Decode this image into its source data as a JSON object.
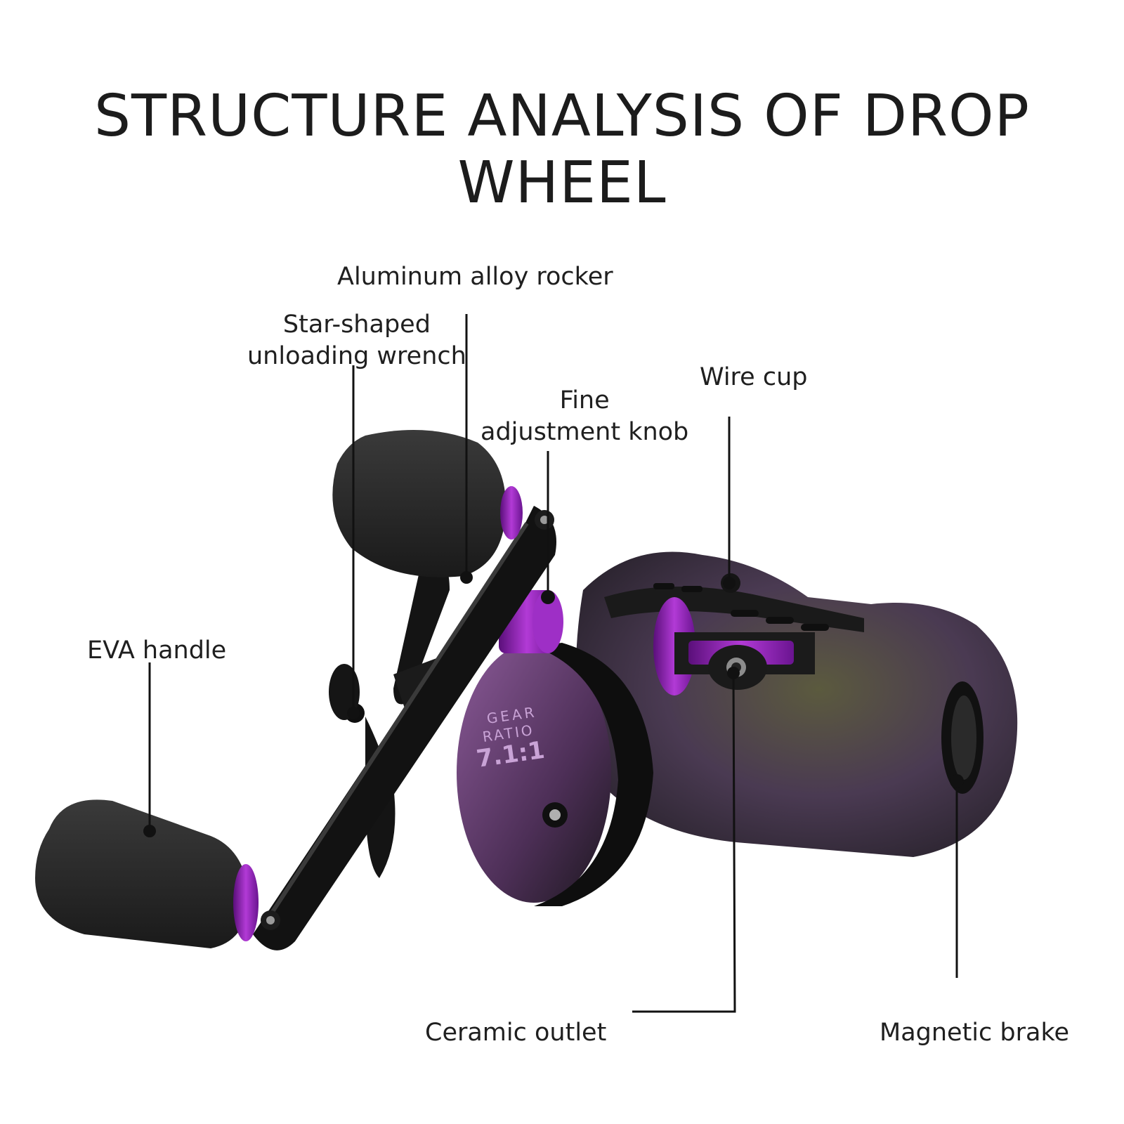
{
  "title": "STRUCTURE ANALYSIS OF DROP WHEEL",
  "labels": {
    "rocker": "Aluminum alloy rocker",
    "star_line1": "Star-shaped",
    "star_line2": "unloading wrench",
    "fine_line1": "Fine",
    "fine_line2": "adjustment knob",
    "wire_cup": "Wire cup",
    "eva_handle": "EVA handle",
    "ceramic_outlet": "Ceramic outlet",
    "magnetic_brake": "Magnetic brake"
  },
  "reel_markings": {
    "gear_line1": "GEAR",
    "gear_line2": "RATIO",
    "gear_value": "7.1:1"
  },
  "colors": {
    "accent": "#8a1fb0",
    "body": "#3a3440",
    "foam": "#2b2b2b",
    "line": "#111111"
  }
}
